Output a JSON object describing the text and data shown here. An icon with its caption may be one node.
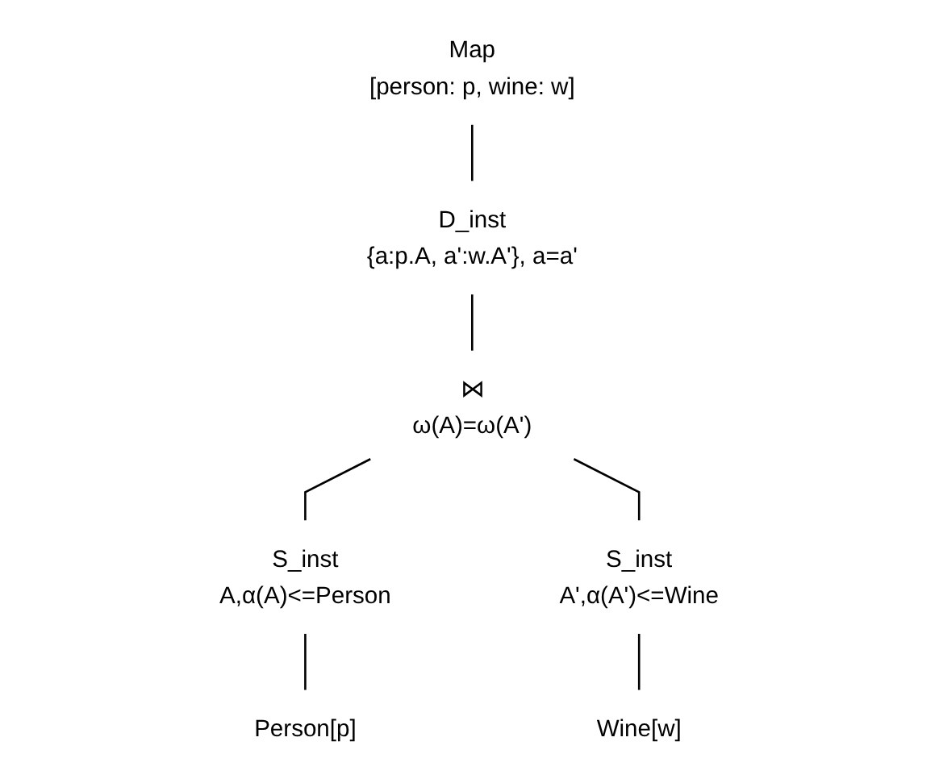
{
  "diagram": {
    "nodes": [
      {
        "text": [
          "Map"
        ],
        "beside": [
          "[person: p, wine: w]"
        ]
      },
      {
        "text": [
          "D_inst"
        ],
        "beside": [
          "{a:p.A, a':w.A'}, a=a'"
        ]
      },
      {
        "text": [
          "⋈",
          "ω(A)=ω(A')"
        ]
      },
      {
        "text": [
          "S_inst"
        ],
        "beside": [
          "A,α(A)<=Person"
        ]
      },
      {
        "text": [
          "S_inst"
        ],
        "beside": [
          "A',α(A')<=Wine"
        ]
      },
      {
        "text": [
          "Person[p]"
        ]
      },
      {
        "text": [
          "Wine[w]"
        ]
      }
    ],
    "edges": [
      {
        "from": 0,
        "to": 1,
        "arrow": "none"
      },
      {
        "from": 1,
        "to": 2,
        "arrow": "none"
      },
      {
        "from": 2,
        "to": 3,
        "arrow": "none"
      },
      {
        "from": 2,
        "to": 4,
        "arrow": "none"
      },
      {
        "from": 3,
        "to": 5,
        "arrow": "none"
      },
      {
        "from": 4,
        "to": 6,
        "arrow": "none"
      }
    ]
  }
}
